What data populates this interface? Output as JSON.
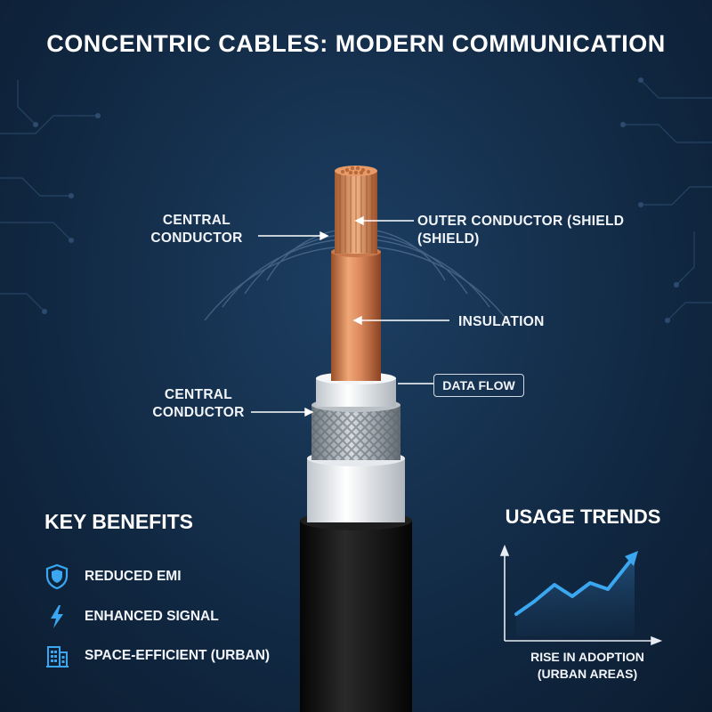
{
  "title": "CONCENTRIC CABLES: MODERN COMMUNICATION",
  "labels": {
    "central_conductor_top": [
      "CENTRAL",
      "CONDUCTOR"
    ],
    "outer_conductor": [
      "OUTER CONDUCTOR (SHIELD",
      "(SHIELD)"
    ],
    "insulation": "INSULATION",
    "central_conductor_bottom": [
      "CENTRAL",
      "CONDUCTOR"
    ],
    "data_flow": "DATA FLOW"
  },
  "key_benefits": {
    "title": "KEY BENEFITS",
    "items": [
      {
        "icon": "shield-icon",
        "label": "REDUCED EMI"
      },
      {
        "icon": "lightning-icon",
        "label": "ENHANCED SIGNAL"
      },
      {
        "icon": "building-icon",
        "label": "SPACE-EFFICIENT (URBAN)"
      }
    ]
  },
  "usage_trends": {
    "title": "USAGE TRENDS",
    "caption": [
      "RISE IN ADOPTION",
      "(URBAN AREAS)"
    ]
  },
  "colors": {
    "background": "#122a45",
    "copper": "#d9875a",
    "dielectric": "#f2f2f2",
    "jacket": "#141414",
    "accent_blue": "#2f9be8"
  }
}
